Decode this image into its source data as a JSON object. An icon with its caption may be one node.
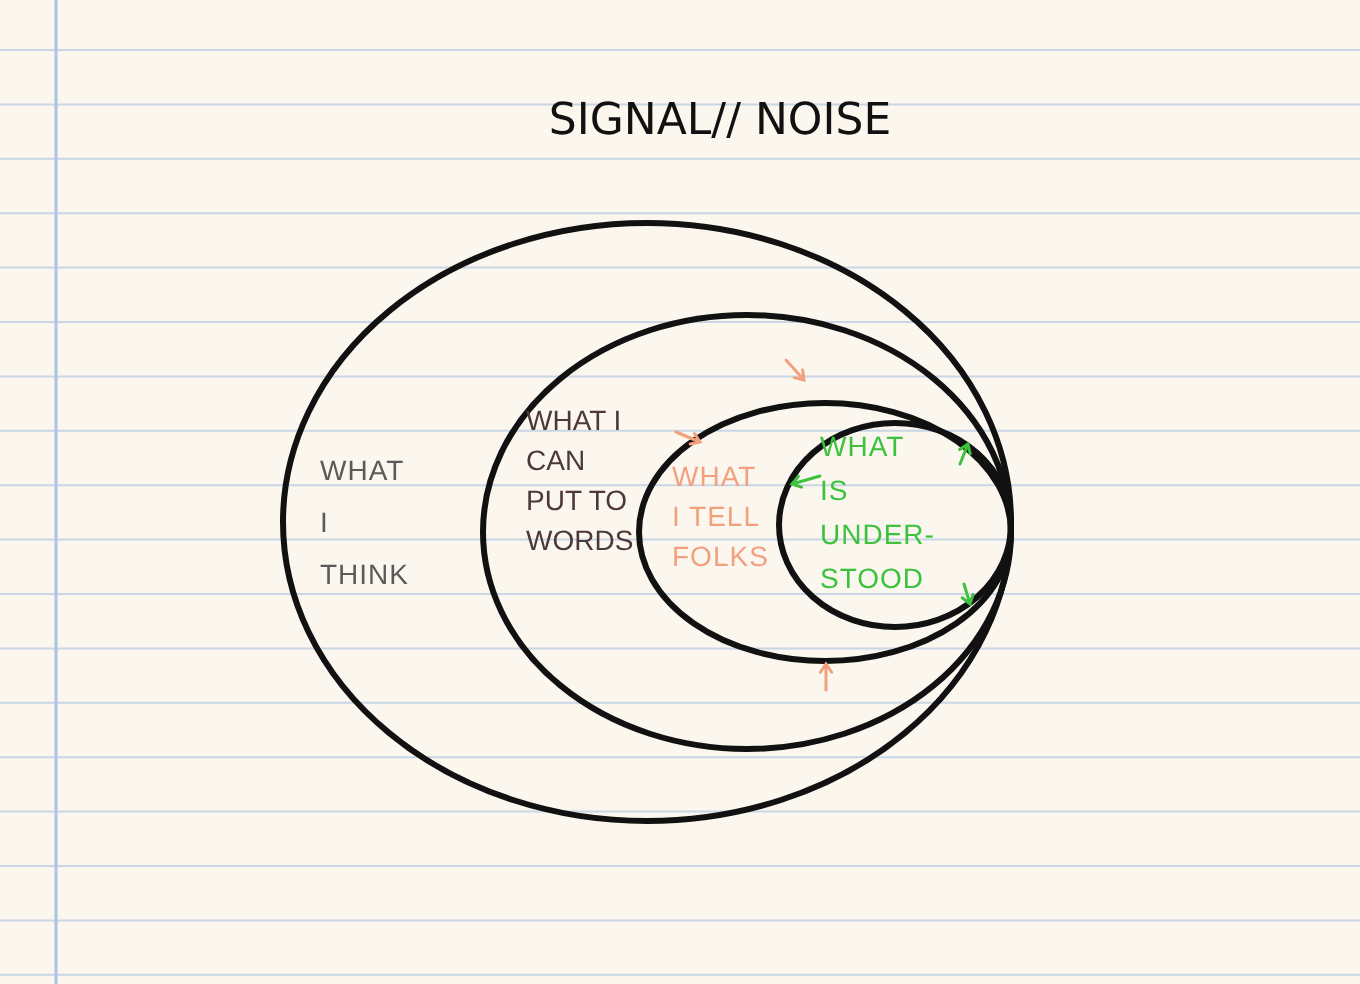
{
  "diagram": {
    "title": "SIGNAL// NOISE",
    "nodes": [
      {
        "text": [
          "WHAT I THINK"
        ]
      },
      {
        "text": [
          "WHAT I CAN PUT TO WORDS"
        ],
        "in": 0
      },
      {
        "text": [
          "WHAT I TELL FOLKS"
        ],
        "in": 1
      },
      {
        "text": [
          "WHAT IS UNDER- STOOD"
        ],
        "in": 2
      }
    ]
  }
}
